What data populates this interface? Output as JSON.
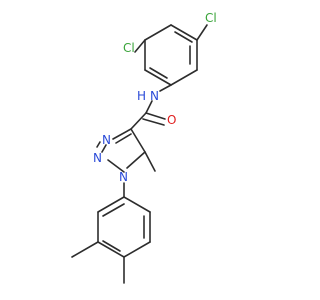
{
  "atoms": {
    "cl_top": {
      "label": "Cl",
      "color": "#3aa43a"
    },
    "cl_left": {
      "label": "Cl",
      "color": "#3aa43a"
    },
    "nh": {
      "label": "N",
      "color": "#2b4bd8"
    },
    "h": {
      "label": "H",
      "color": "#2b4bd8"
    },
    "o": {
      "label": "O",
      "color": "#e02020"
    },
    "n_ring_1": {
      "label": "N",
      "color": "#2b4bd8"
    },
    "n_ring_2": {
      "label": "N",
      "color": "#2b4bd8"
    },
    "n_ring_3": {
      "label": "N",
      "color": "#2b4bd8"
    }
  },
  "colors": {
    "bond": "#2d2d2d",
    "background": "#ffffff"
  }
}
